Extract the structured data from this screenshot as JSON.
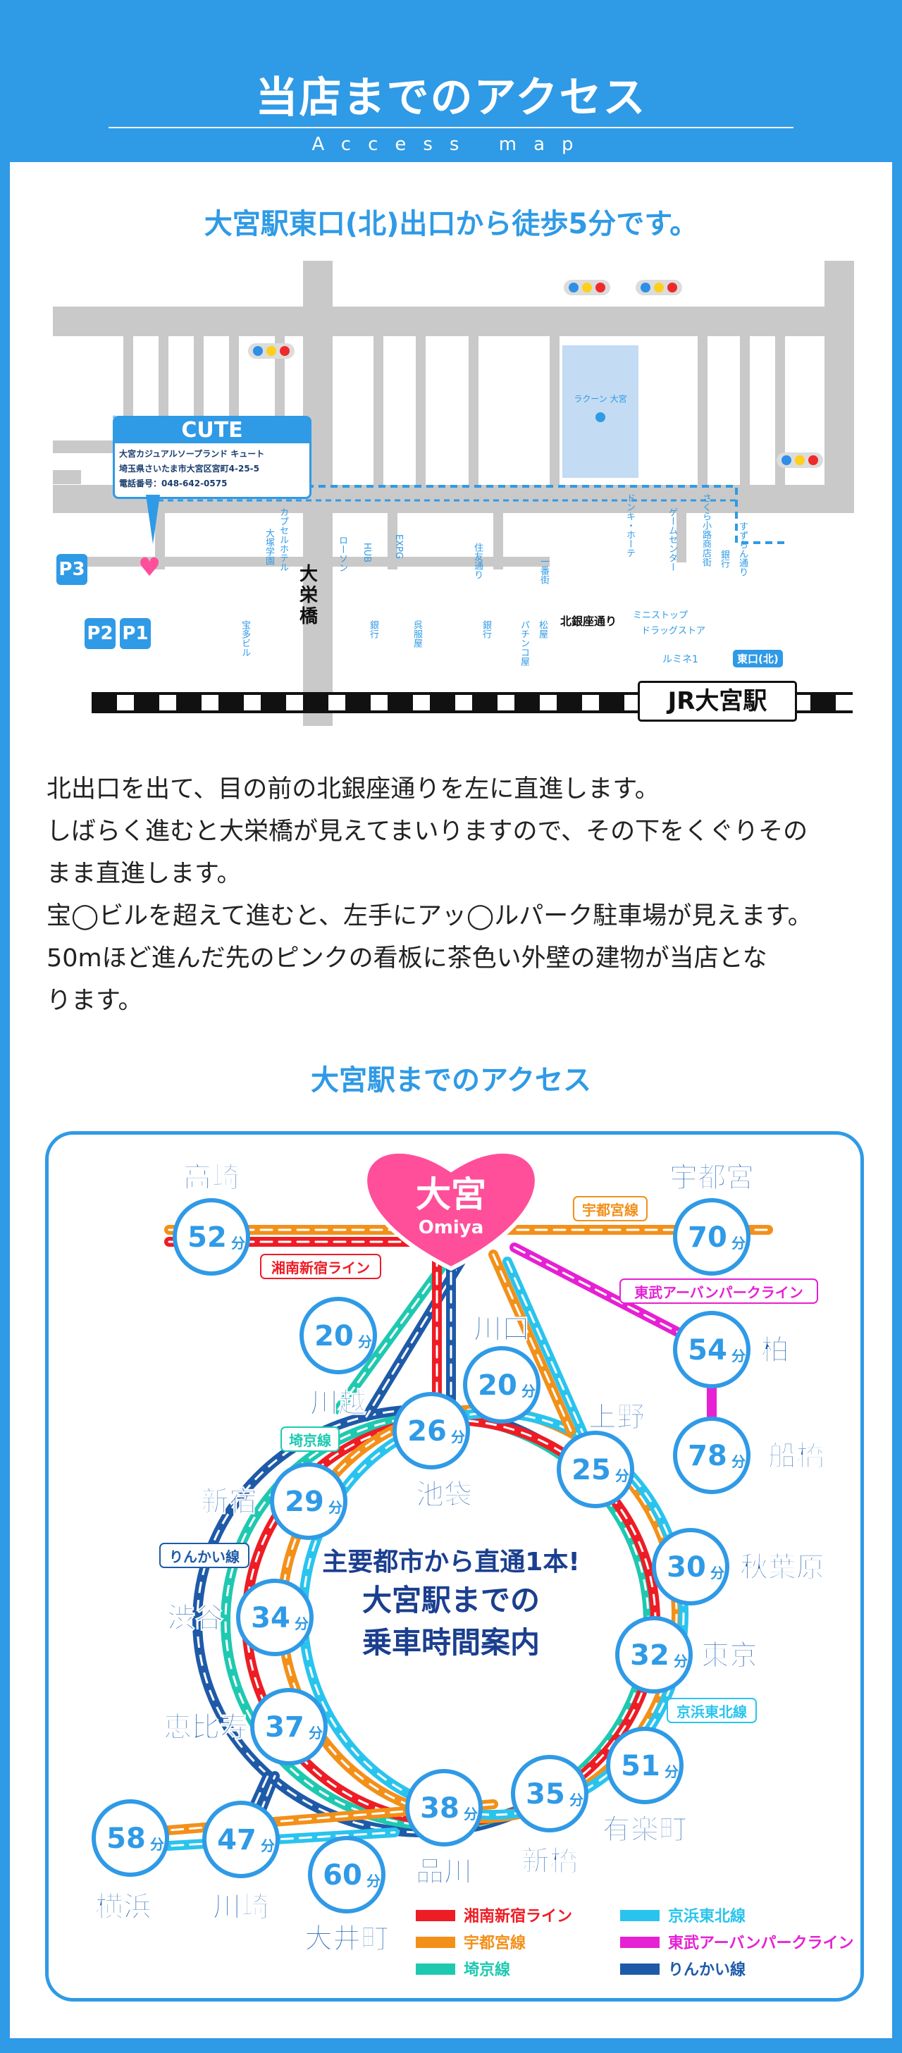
{
  "header": {
    "title": "当店までのアクセス",
    "subtitle": "Access map"
  },
  "walk_heading": "大宮駅東口(北)出口から徒歩5分です。",
  "map": {
    "shop_name": "CUTE",
    "shop_line1": "大宮カジュアルソープランド キュート",
    "shop_line2": "埼玉県さいたま市大宮区宮町4-25-5",
    "shop_phone": "電話番号：048-642-0575",
    "bridge": "大栄橋",
    "street": "北銀座通り",
    "station": "JR大宮駅",
    "exit": "東口(北)",
    "building_label": "ラクーン 大宮",
    "p3": "P3",
    "p2": "P2",
    "p1": "P1",
    "landmarks": {
      "capsule": "カプセルホテル",
      "bank_1": "大塚学園",
      "lawson": "ローソン",
      "hub": "HUB",
      "expg": "EXPG",
      "sumitomo": "住友通り",
      "ichibangai": "一番街",
      "donki": "ドンキ・ホーテ",
      "game": "ゲームセンター",
      "sakura": "さくら小路商店街",
      "bank_2": "銀行",
      "suzuran": "すずらん通り",
      "takara": "宝多ビル",
      "bank_3": "銀行",
      "gofukuya": "呉服屋",
      "bank_4": "銀行",
      "pachinko": "パチンコ屋",
      "matsuya": "松屋",
      "ministop": "ミニストップ",
      "drugstore": "ドラッグストア",
      "lumine": "ルミネ1"
    }
  },
  "directions": [
    "北出口を出て、目の前の北銀座通りを左に直進します。",
    "しばらく進むと大栄橋が見えてまいりますので、その下をくぐりその",
    "まま直進します。",
    "宝◯ビルを超えて進むと、左手にアッ◯ルパーク駐車場が見えます。",
    "50mほど進んだ先のピンクの看板に茶色い外壁の建物が当店とな",
    "ります。"
  ],
  "train_heading": "大宮駅までのアクセス",
  "train_map": {
    "center_name": "大宮",
    "center_roman": "Omiya",
    "center_text": [
      "主要都市から直通1本!",
      "大宮駅までの",
      "乗車時間案内"
    ],
    "stations": [
      {
        "name": "高崎",
        "time": "52"
      },
      {
        "name": "宇都宮",
        "time": "70"
      },
      {
        "name": "川越",
        "time": "20"
      },
      {
        "name": "川口",
        "time": "20"
      },
      {
        "name": "柏",
        "time": "54"
      },
      {
        "name": "池袋",
        "time": "26"
      },
      {
        "name": "上野",
        "time": "25"
      },
      {
        "name": "船橋",
        "time": "78"
      },
      {
        "name": "新宿",
        "time": "29"
      },
      {
        "name": "秋葉原",
        "time": "30"
      },
      {
        "name": "渋谷",
        "time": "34"
      },
      {
        "name": "東京",
        "time": "32"
      },
      {
        "name": "恵比寿",
        "time": "37"
      },
      {
        "name": "有楽町",
        "time": "51"
      },
      {
        "name": "品川",
        "time": "38"
      },
      {
        "name": "新橋",
        "time": "35"
      },
      {
        "name": "横浜",
        "time": "58"
      },
      {
        "name": "川崎",
        "time": "47"
      },
      {
        "name": "大井町",
        "time": "60"
      }
    ],
    "minute_unit": "分",
    "line_tags": {
      "utsunomiya": "宇都宮線",
      "shonan": "湘南新宿ライン",
      "tobu": "東武アーバンパークライン",
      "saikyo": "埼京線",
      "rinkai": "りんかい線",
      "keihin": "京浜東北線"
    },
    "legend": [
      {
        "label": "湘南新宿ライン",
        "color": "#ee1c25"
      },
      {
        "label": "京浜東北線",
        "color": "#29c4ee"
      },
      {
        "label": "宇都宮線",
        "color": "#f39019"
      },
      {
        "label": "東武アーバンパークライン",
        "color": "#e620d3"
      },
      {
        "label": "埼京線",
        "color": "#1ec9b0"
      },
      {
        "label": "りんかい線",
        "color": "#1e5aa8"
      }
    ],
    "colors": {
      "accent": "#2f9ae6",
      "heart": "#ff4f9a"
    }
  }
}
